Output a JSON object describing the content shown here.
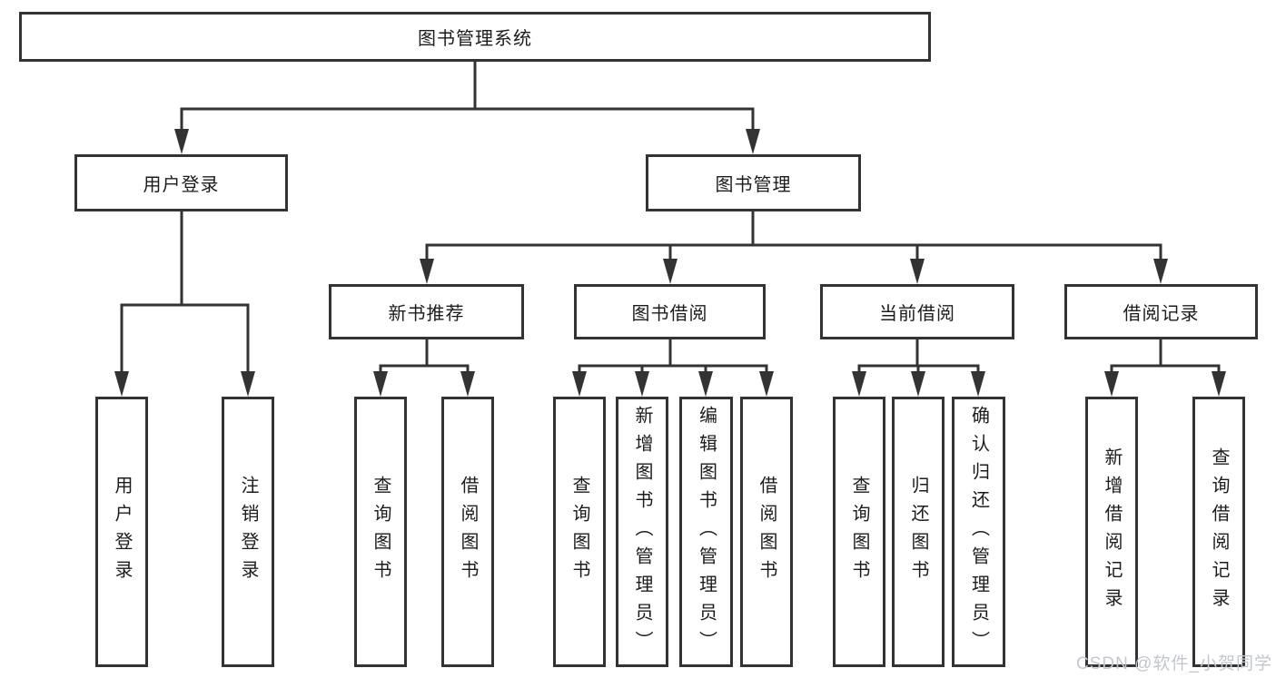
{
  "diagram_title": "图书管理系统",
  "tree": {
    "label": "图书管理系统",
    "children": [
      {
        "label": "用户登录",
        "children": [
          {
            "label": "用户登录"
          },
          {
            "label": "注销登录"
          }
        ]
      },
      {
        "label": "图书管理",
        "children": [
          {
            "label": "新书推荐",
            "children": [
              {
                "label": "查询图书"
              },
              {
                "label": "借阅图书"
              }
            ]
          },
          {
            "label": "图书借阅",
            "children": [
              {
                "label": "查询图书"
              },
              {
                "label": "新增图书（管理员）"
              },
              {
                "label": "编辑图书（管理员）"
              },
              {
                "label": "借阅图书"
              }
            ]
          },
          {
            "label": "当前借阅",
            "children": [
              {
                "label": "查询图书"
              },
              {
                "label": "归还图书"
              },
              {
                "label": "确认归还（管理员）"
              }
            ]
          },
          {
            "label": "借阅记录",
            "children": [
              {
                "label": "新增借阅记录"
              },
              {
                "label": "查询借阅记录"
              }
            ]
          }
        ]
      }
    ]
  },
  "watermark": {
    "text": "CSDN @软件_小贺同学"
  },
  "colors": {
    "line": "#333333",
    "box_border": "#333333",
    "text": "#1c1c1c",
    "watermark": "#c3c7cd",
    "background": "#ffffff"
  }
}
